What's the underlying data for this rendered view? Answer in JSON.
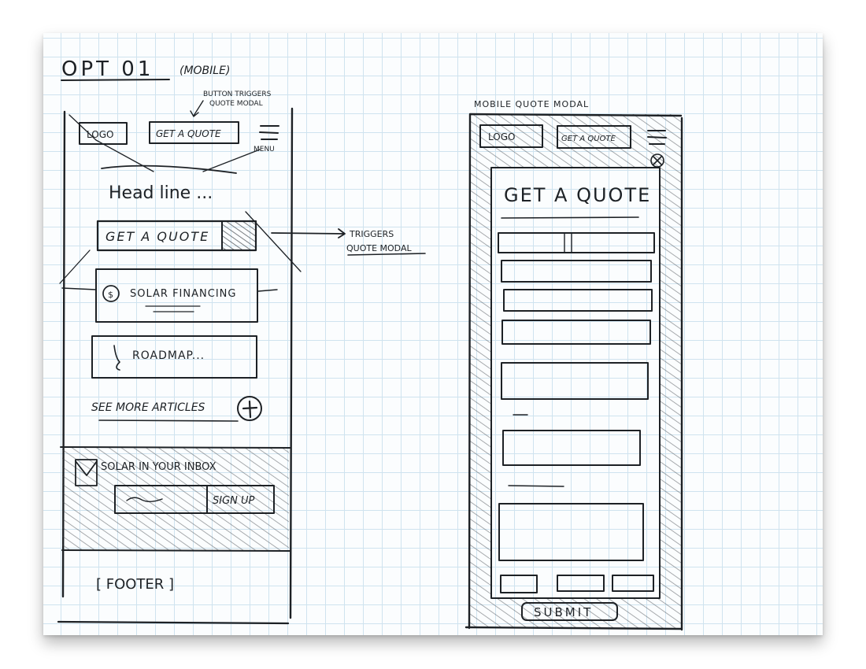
{
  "page_title": "OPT 01",
  "page_subtitle": "(MOBILE)",
  "left_screen": {
    "logo": "LOGO",
    "get_quote_button": "GET A QUOTE",
    "menu_label": "MENU",
    "annotation_button": "BUTTON TRIGGERS",
    "annotation_button_2": "QUOTE MODAL",
    "headline": "Head line ...",
    "cta_button": "GET A QUOTE",
    "annotation_cta_1": "TRIGGERS",
    "annotation_cta_2": "QUOTE MODAL",
    "article_1_icon": "$",
    "article_1_title": "SOLAR FINANCING",
    "article_2_title": "ROADMAP...",
    "see_more": "SEE MORE ARTICLES",
    "newsletter_title": "SOLAR IN YOUR INBOX",
    "newsletter_input": "~~~",
    "signup_button": "SIGN UP",
    "footer": "[ FOOTER ]"
  },
  "right_screen": {
    "title": "MOBILE QUOTE MODAL",
    "logo": "LOGO",
    "get_quote_button": "GET A QUOTE",
    "modal_heading": "GET A QUOTE",
    "submit_button": "SUBMIT"
  }
}
